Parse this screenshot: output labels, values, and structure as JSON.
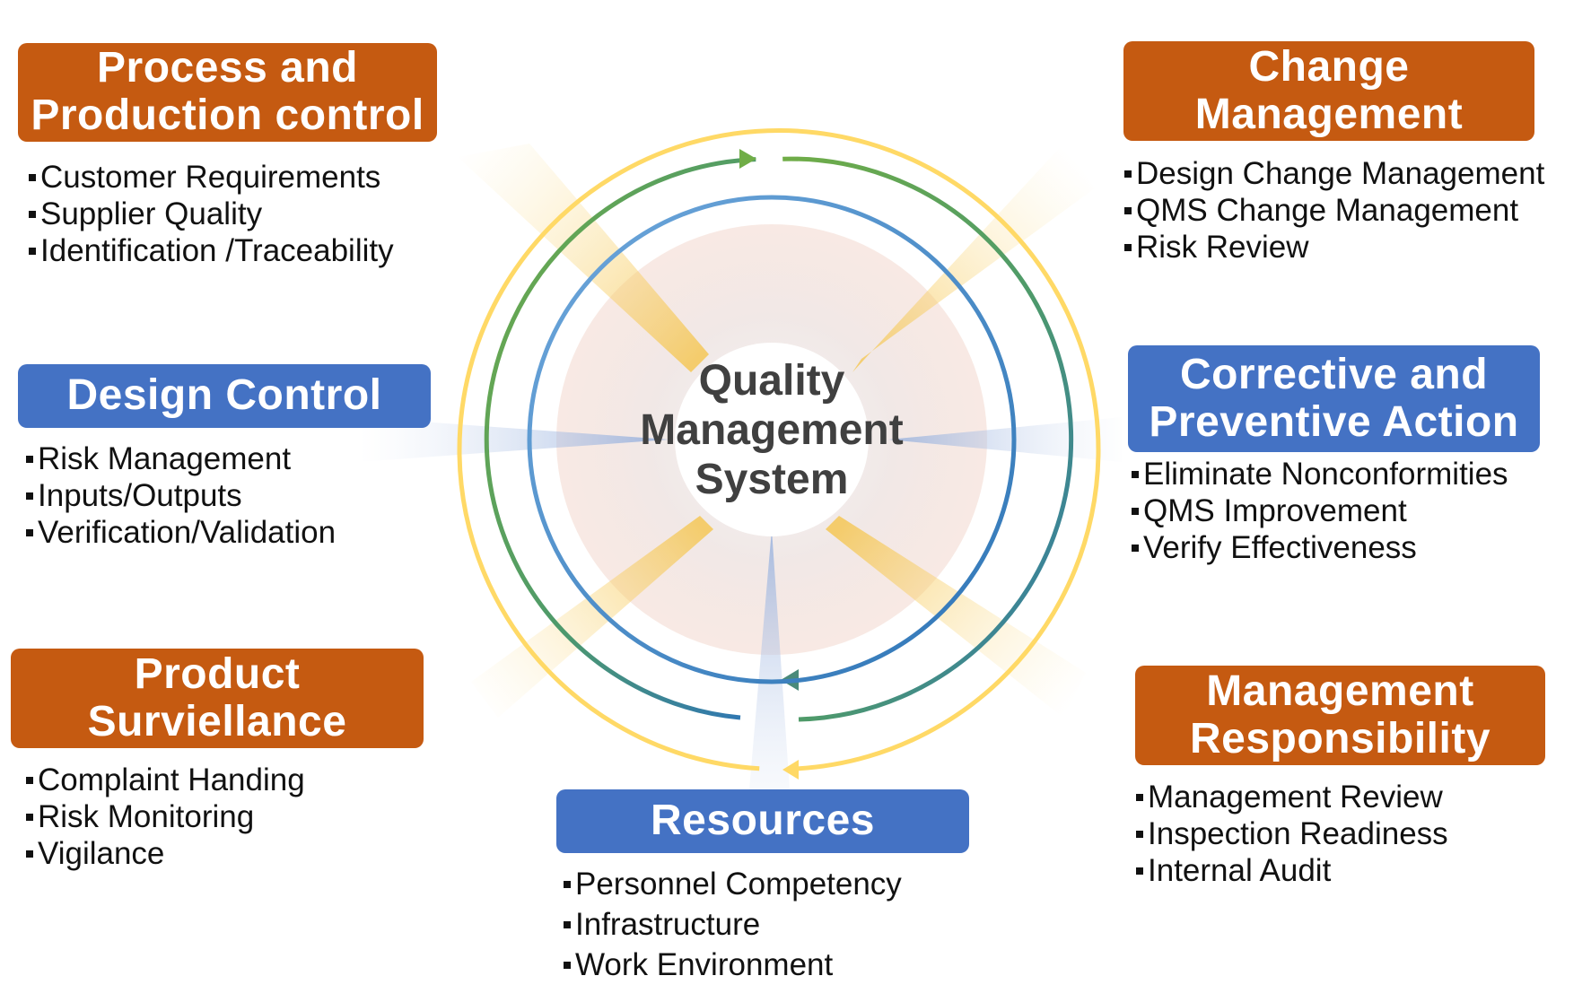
{
  "center": {
    "lines": [
      "Quality",
      "Management",
      "System"
    ]
  },
  "sections": {
    "process_production": {
      "title": [
        "Process and",
        "Production control"
      ],
      "items": [
        "Customer Requirements",
        "Supplier Quality",
        "Identification /Traceability"
      ]
    },
    "change_management": {
      "title": [
        "Change",
        "Management"
      ],
      "items": [
        "Design Change Management",
        "QMS Change Management",
        "Risk Review"
      ]
    },
    "design_control": {
      "title": [
        "Design Control"
      ],
      "items": [
        "Risk Management",
        "Inputs/Outputs",
        "Verification/Validation"
      ]
    },
    "capa": {
      "title": [
        "Corrective and",
        "Preventive Action"
      ],
      "items": [
        "Eliminate Nonconformities",
        "QMS Improvement",
        "Verify Effectiveness"
      ]
    },
    "product_surveillance": {
      "title": [
        "Product",
        "Surviellance"
      ],
      "items": [
        "Complaint Handing",
        "Risk Monitoring",
        "Vigilance"
      ]
    },
    "management_responsibility": {
      "title": [
        "Management",
        "Responsibility"
      ],
      "items": [
        "Management Review",
        "Inspection Readiness",
        "Internal Audit"
      ]
    },
    "resources": {
      "title": [
        "Resources"
      ],
      "items": [
        "Personnel Competency",
        "Infrastructure",
        "Work Environment"
      ]
    }
  },
  "colors": {
    "orange_box": "#c55a11",
    "blue_box": "#4472c4",
    "outer_ring": "#ffd966",
    "green_ring_start": "#70ad47",
    "green_ring_end": "#2e75b6",
    "blue_ring_start": "#5b9bd5",
    "blue_ring_end": "#2e75b6"
  }
}
